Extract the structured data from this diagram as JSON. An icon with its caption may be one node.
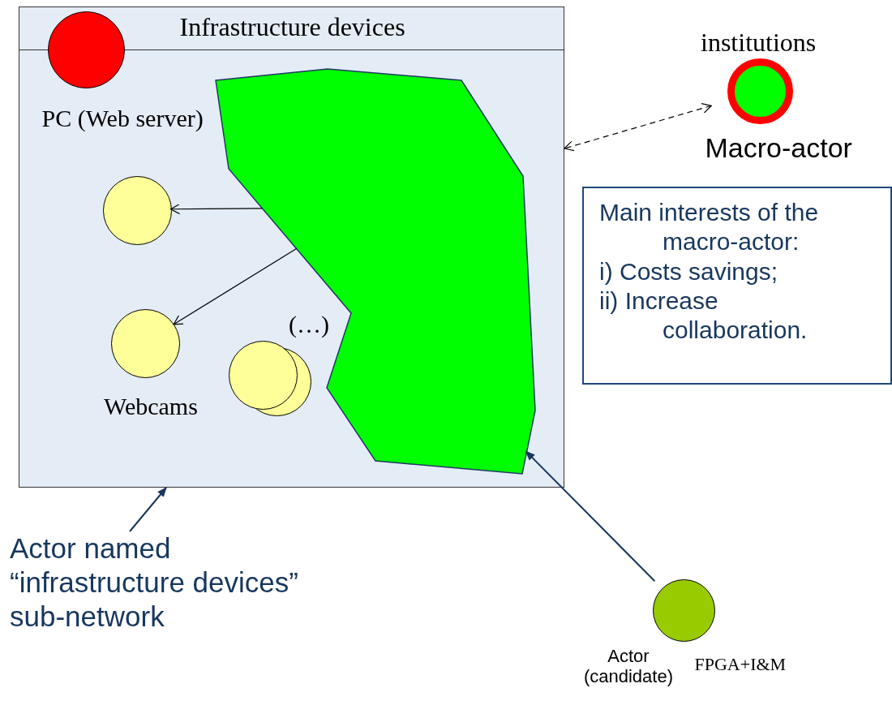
{
  "diagram": {
    "nodes": [
      {
        "text": [
          "Infrastructure devices"
        ]
      },
      {
        "text": [],
        "shape": "circle",
        "in": 0
      },
      {
        "text": [],
        "shape": "polygon",
        "in": 0
      },
      {
        "text": [
          "PC (Web server)"
        ],
        "in": 0
      },
      {
        "text": [
          "Webcams"
        ],
        "in": 0
      },
      {
        "text": [
          "(…)"
        ],
        "in": 0
      },
      {
        "text": [],
        "shape": "circle",
        "in": 0
      },
      {
        "text": [
          "institutions",
          "Macro-actor"
        ]
      },
      {
        "text": [
          "Main interests of the macro-actor:",
          "i) Costs savings;",
          "ii) Increase collaboration."
        ]
      },
      {
        "text": [
          "Actor (candidate)"
        ],
        "beside": [
          "FPGA+I&M"
        ]
      },
      {
        "text": [
          "Actor named “infrastructure devices” sub-network"
        ]
      }
    ],
    "edges": [
      {
        "from": 2,
        "to": 3,
        "arrow": "to"
      },
      {
        "from": 2,
        "to": 4,
        "arrow": "to"
      },
      {
        "from": 7,
        "to": 0,
        "arrow": "both",
        "style": "dashed"
      },
      {
        "from": 9,
        "to": 2,
        "arrow": "to",
        "color": "#17375e"
      },
      {
        "from": 10,
        "to": 0,
        "arrow": "to",
        "color": "#17375e"
      }
    ]
  }
}
